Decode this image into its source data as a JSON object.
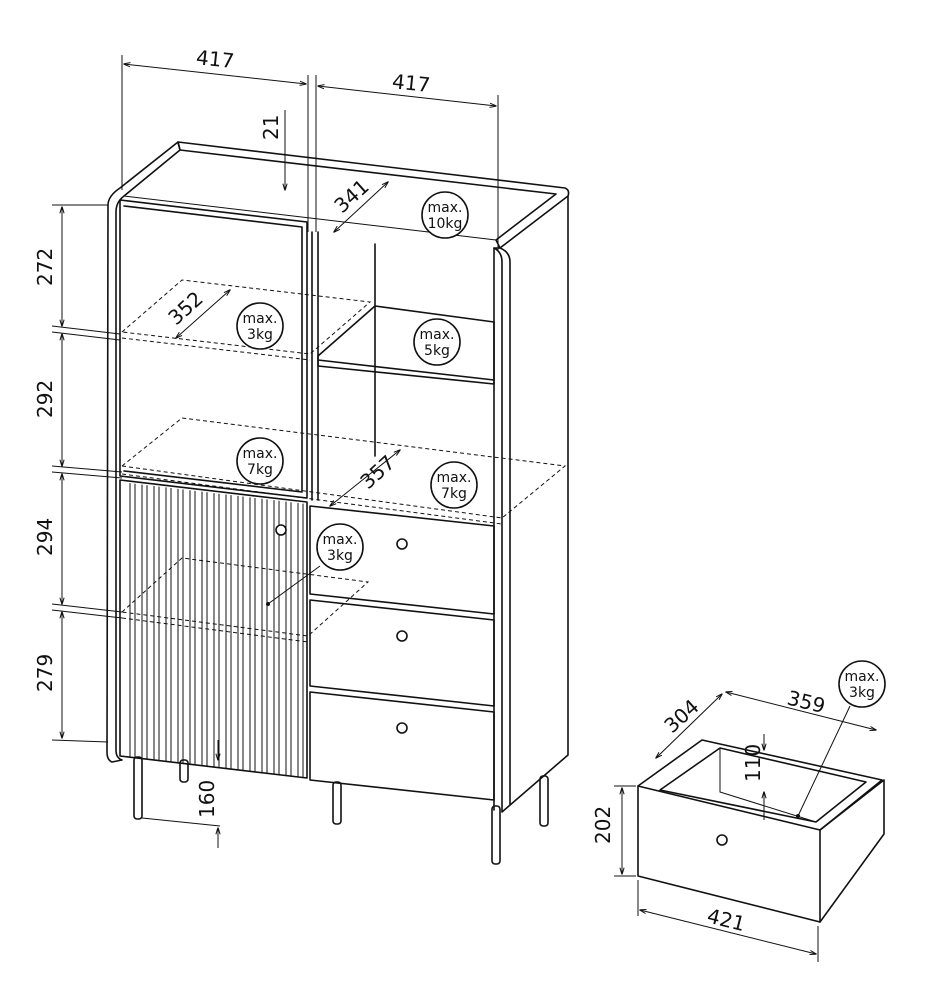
{
  "dimensions": {
    "width_left": "417",
    "width_right": "417",
    "top_gap": "21",
    "top_depth": "341",
    "shelf_upper_depth": "352",
    "shelf_mid_depth": "357",
    "h_272": "272",
    "h_292": "292",
    "h_294": "294",
    "h_279": "279",
    "leg_height": "160",
    "drawer_depth": "304",
    "drawer_width_inner": "359",
    "drawer_inner_height": "110",
    "drawer_height": "202",
    "drawer_width": "421"
  },
  "loads": [
    {
      "line1": "max.",
      "line2": "10kg"
    },
    {
      "line1": "max.",
      "line2": "3kg"
    },
    {
      "line1": "max.",
      "line2": "5kg"
    },
    {
      "line1": "max.",
      "line2": "7kg"
    },
    {
      "line1": "max.",
      "line2": "7kg"
    },
    {
      "line1": "max.",
      "line2": "3kg"
    },
    {
      "line1": "max.",
      "line2": "3kg"
    }
  ]
}
